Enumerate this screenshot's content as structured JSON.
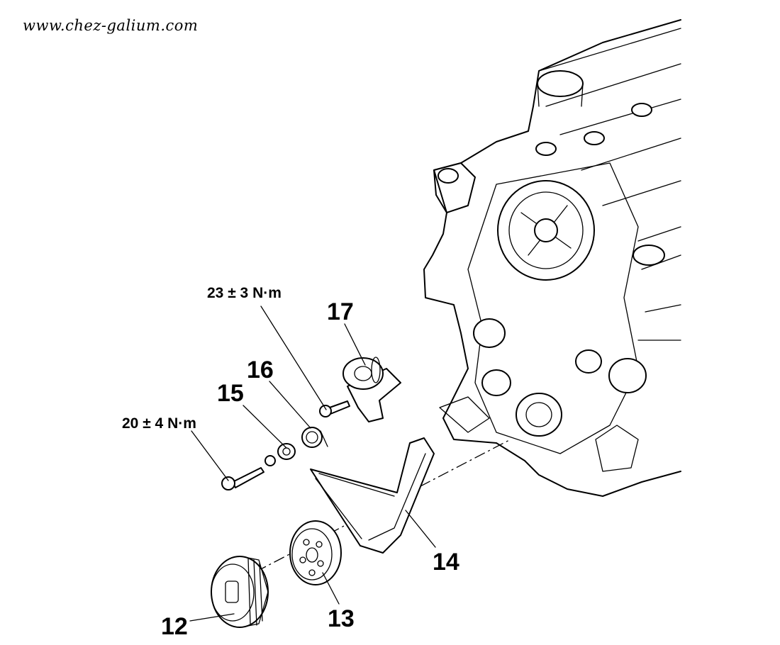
{
  "watermark": "www.chez-galium.com",
  "labels": {
    "n12": "12",
    "n13": "13",
    "n14": "14",
    "n15": "15",
    "n16": "16",
    "n17": "17",
    "torque_upper": "23 ± 3 N·m",
    "torque_lower": "20 ± 4 N·m"
  },
  "colors": {
    "ink": "#000000",
    "paper": "#ffffff"
  }
}
